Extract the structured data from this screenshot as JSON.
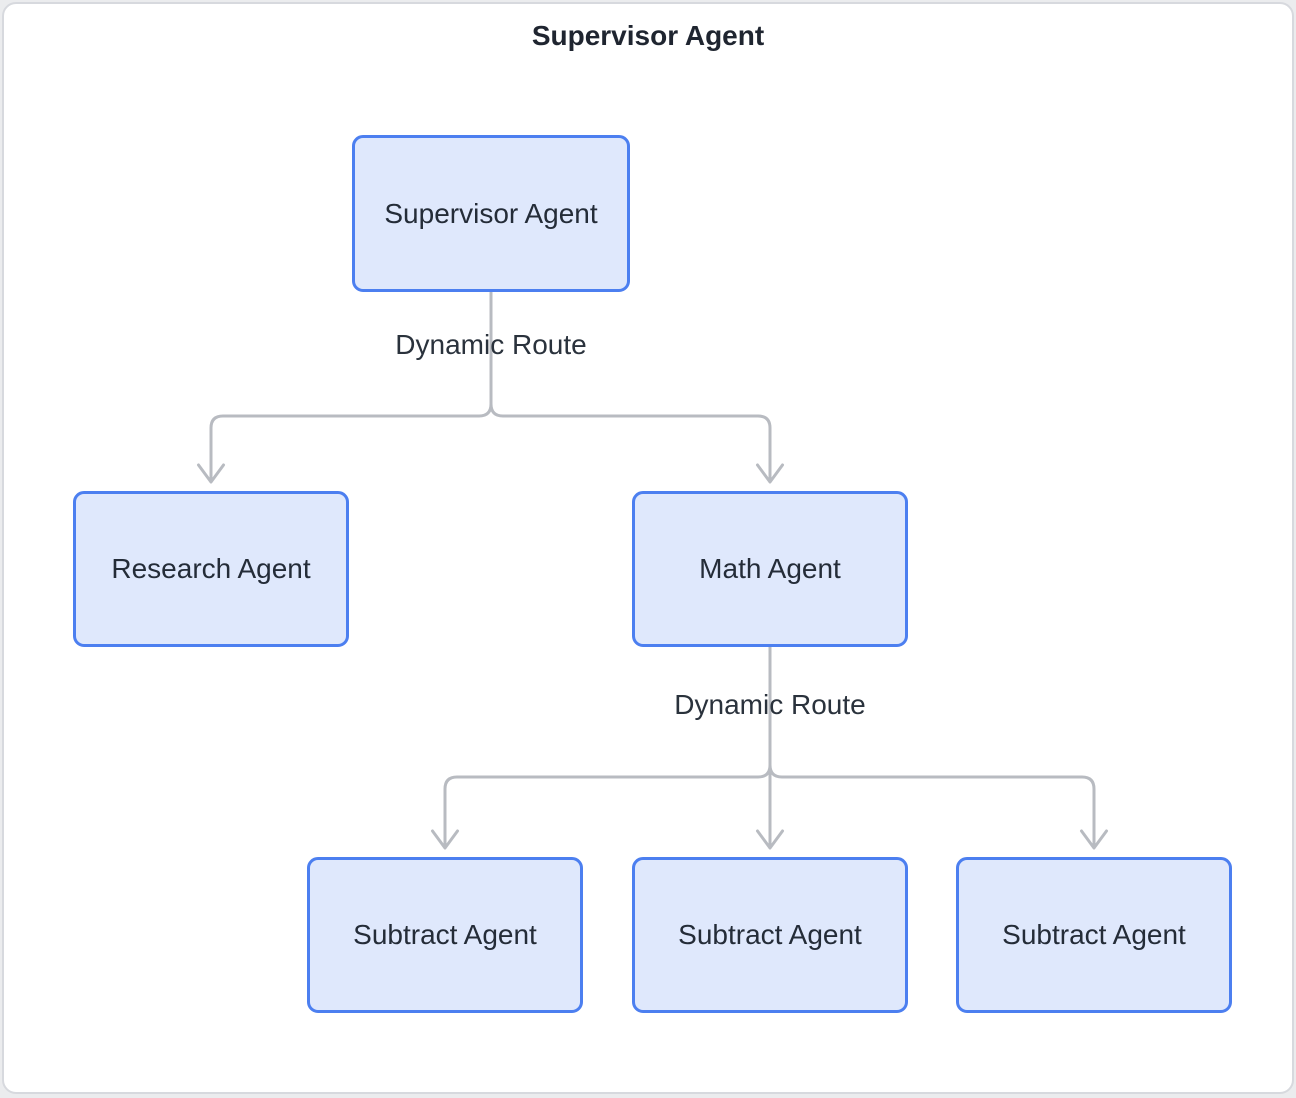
{
  "diagram": {
    "title": "Supervisor Agent",
    "nodes": [
      {
        "id": "supervisor-agent",
        "label": "Supervisor Agent"
      },
      {
        "id": "research-agent",
        "label": "Research Agent"
      },
      {
        "id": "math-agent",
        "label": "Math Agent"
      },
      {
        "id": "subtract-agent-1",
        "label": "Subtract Agent"
      },
      {
        "id": "subtract-agent-2",
        "label": "Subtract Agent"
      },
      {
        "id": "subtract-agent-3",
        "label": "Subtract Agent"
      }
    ],
    "edge_labels": [
      {
        "id": "route-1",
        "text": "Dynamic Route"
      },
      {
        "id": "route-2",
        "text": "Dynamic Route"
      }
    ],
    "edges": [
      {
        "from": "supervisor-agent",
        "to": "research-agent",
        "label": "Dynamic Route"
      },
      {
        "from": "supervisor-agent",
        "to": "math-agent",
        "label": "Dynamic Route"
      },
      {
        "from": "math-agent",
        "to": "subtract-agent-1",
        "label": "Dynamic Route"
      },
      {
        "from": "math-agent",
        "to": "subtract-agent-2",
        "label": "Dynamic Route"
      },
      {
        "from": "math-agent",
        "to": "subtract-agent-3",
        "label": "Dynamic Route"
      }
    ],
    "colors": {
      "page_bg": "#ebecee",
      "card_bg": "#ffffff",
      "card_border": "#d7d9de",
      "node_fill": "#dfe8fc",
      "node_border": "#4c7ff0",
      "node_text": "#242c38",
      "edge": "#b8bbc1",
      "label_text": "#2a323c",
      "title_text": "#1f2530"
    }
  }
}
